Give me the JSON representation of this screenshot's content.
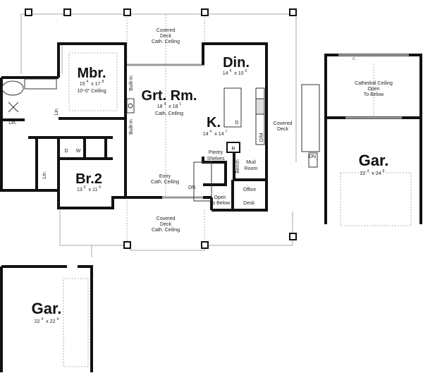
{
  "rooms": {
    "mbr": {
      "name": "Mbr.",
      "w": "15",
      "w_in": "4",
      "h": "17",
      "h_in": "8",
      "note": "10'-0\" Ceiling"
    },
    "grt": {
      "name": "Grt. Rm.",
      "w": "18",
      "w_in": "4",
      "h": "18",
      "h_in": "1",
      "note": "Cath. Ceiling"
    },
    "din": {
      "name": "Din.",
      "w": "14",
      "w_in": "4",
      "h": "10",
      "h_in": "6"
    },
    "kit": {
      "name": "K.",
      "w": "14",
      "w_in": "4",
      "h": "14",
      "h_in": "7"
    },
    "br2": {
      "name": "Br.2",
      "w": "13",
      "w_in": "0",
      "h": "11",
      "h_in": "0"
    },
    "gar_right": {
      "name": "Gar.",
      "w": "22",
      "w_in": "4",
      "h": "24",
      "h_in": "8",
      "note_lines": [
        "Cathedral Ceiling",
        "Open",
        "To Below"
      ]
    },
    "gar_left": {
      "name": "Gar.",
      "w": "22",
      "w_in": "4",
      "h": "22",
      "h_in": "4"
    }
  },
  "labels": {
    "deck_top": [
      "Covered",
      "Deck",
      "Cath. Ceiling"
    ],
    "deck_bottom": [
      "Covered",
      "Deck",
      "Cath. Ceiling"
    ],
    "deck_right": [
      "Covered",
      "Deck"
    ],
    "entry": [
      "Entry",
      "Cath. Ceiling"
    ],
    "open_below": [
      "Open",
      "To Below"
    ],
    "built_in": "Built-In",
    "lin": "Lin.",
    "dryer": "D",
    "washer": "W",
    "dishwasher": "D",
    "refrigerator": "R",
    "oven_micro": "O/M",
    "pantry": "Pantry",
    "shelves": "Shelves",
    "bench": "Bench",
    "mud_room": [
      "Mud",
      "Room"
    ],
    "office": "Office",
    "desk": "Desk",
    "dn": "DN",
    "chimney": "C"
  }
}
